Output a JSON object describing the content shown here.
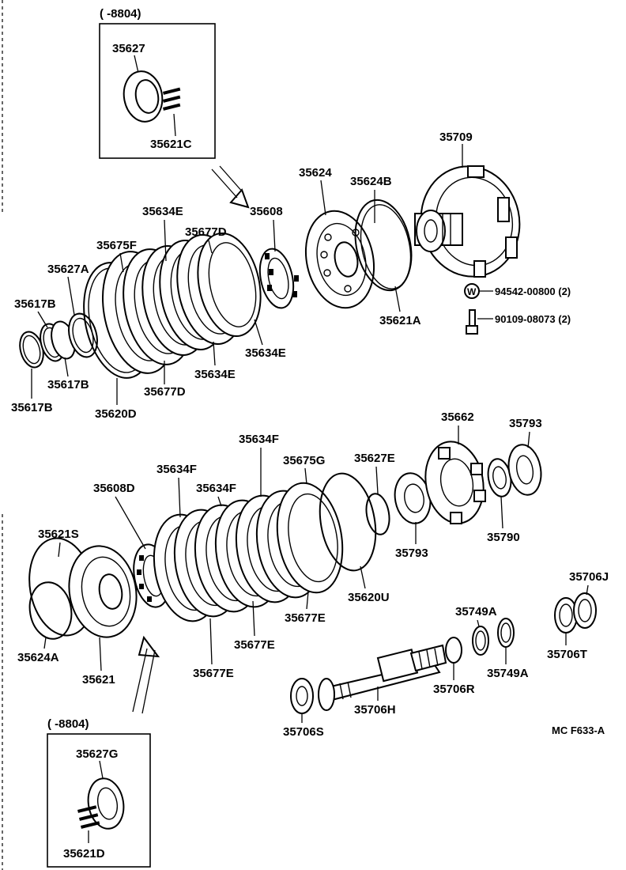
{
  "diagram": {
    "code": "MC F633-A",
    "date_ranges": {
      "top": "(        -8804)",
      "bottom": "(        -8804)"
    },
    "labels": {
      "p35627": "35627",
      "p35621C": "35621C",
      "p35709": "35709",
      "p35624": "35624",
      "p35624B": "35624B",
      "p35608": "35608",
      "p35634E_top": "35634E",
      "p35677D_top": "35677D",
      "p35675F": "35675F",
      "p35627A": "35627A",
      "p35617B_a": "35617B",
      "p35617B_b": "35617B",
      "p35617B_c": "35617B",
      "p35620D": "35620D",
      "p35677D_bot": "35677D",
      "p35634E_mid": "35634E",
      "p35634E_low": "35634E",
      "p35621A": "35621A",
      "p94542": "94542-00800 (2)",
      "p90109": "90109-08073 (2)",
      "p35662": "35662",
      "p35793_top": "35793",
      "p35793_bot": "35793",
      "p35790": "35790",
      "p35634F_top": "35634F",
      "p35634F_mid": "35634F",
      "p35634F_low": "35634F",
      "p35675G": "35675G",
      "p35627E": "35627E",
      "p35608D": "35608D",
      "p35621S": "35621S",
      "p35620U": "35620U",
      "p35677E_a": "35677E",
      "p35677E_b": "35677E",
      "p35677E_c": "35677E",
      "p35624A": "35624A",
      "p35621": "35621",
      "p35706J": "35706J",
      "p35749A_a": "35749A",
      "p35749A_b": "35749A",
      "p35706T": "35706T",
      "p35706R": "35706R",
      "p35706H": "35706H",
      "p35706S": "35706S",
      "p35627G": "35627G",
      "p35621D": "35621D",
      "washer_symbol": "W"
    }
  }
}
